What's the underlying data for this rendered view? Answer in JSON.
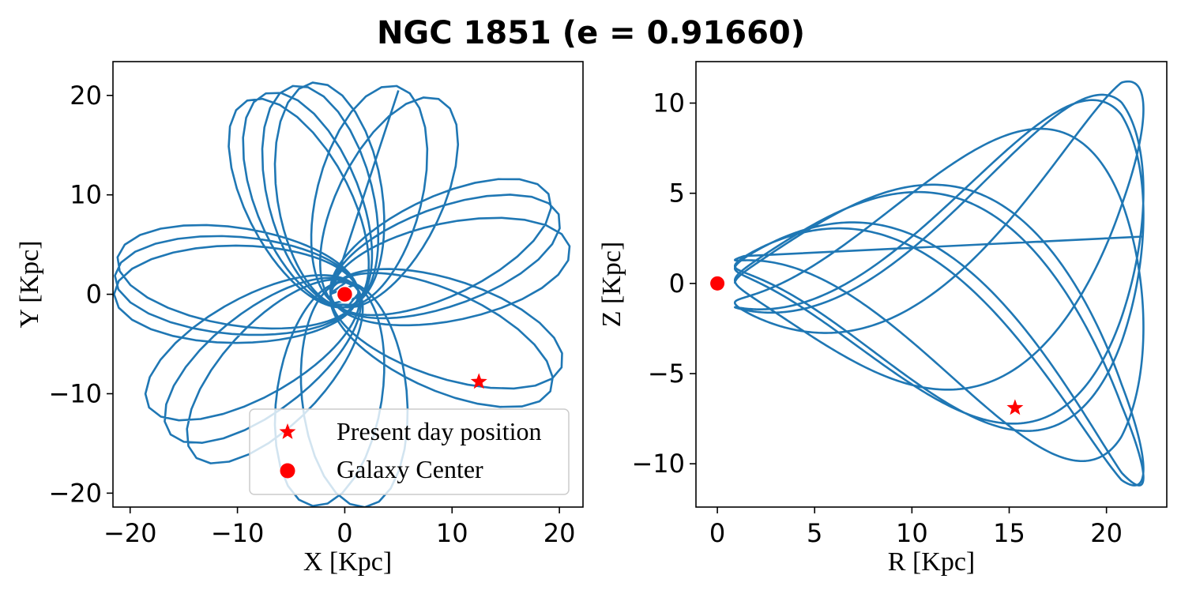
{
  "figure": {
    "title": "NGC 1851 (e = 0.91660)"
  },
  "chart_data": [
    {
      "type": "line",
      "panel": "left",
      "xlabel": "X [Kpc]",
      "ylabel": "Y [Kpc]",
      "xlim": [
        -21.6,
        22.2
      ],
      "ylim": [
        -21.4,
        23.4
      ],
      "xticks": [
        -20,
        -10,
        0,
        10,
        20
      ],
      "xtick_labels": [
        "−20",
        "−10",
        "0",
        "10",
        "20"
      ],
      "yticks": [
        -20,
        -10,
        0,
        10,
        20
      ],
      "ytick_labels": [
        "−20",
        "−10",
        "0",
        "10",
        "20"
      ],
      "grid": false,
      "orbit": {
        "color": "#1f77b4",
        "pericenter_kpc": 1.3,
        "apocenter_kpc": 21.5,
        "apocenter_directions_deg": [
          98,
          103,
          77,
          66,
          110,
          115,
          170,
          175,
          180,
          28,
          22,
          13,
          212,
          221,
          230,
          262,
          275,
          340,
          333
        ],
        "end_point": [
          5.0,
          20.5
        ]
      },
      "markers": [
        {
          "label": "Present day position",
          "shape": "star",
          "color": "#ff0000",
          "x": 12.5,
          "y": -8.8
        },
        {
          "label": "Galaxy Center",
          "shape": "circle",
          "color": "#ff0000",
          "x": 0.0,
          "y": 0.0
        }
      ],
      "legend": {
        "placement": "lower-right",
        "entries": [
          {
            "label": "Present day position",
            "shape": "star",
            "color": "#ff0000"
          },
          {
            "label": "Galaxy Center",
            "shape": "circle",
            "color": "#ff0000"
          }
        ]
      }
    },
    {
      "type": "line",
      "panel": "right",
      "xlabel": "R [Kpc]",
      "ylabel": "Z [Kpc]",
      "xlim": [
        -1.1,
        23.1
      ],
      "ylim": [
        -12.4,
        12.3
      ],
      "xticks": [
        0,
        5,
        10,
        15,
        20
      ],
      "xtick_labels": [
        "0",
        "5",
        "10",
        "15",
        "20"
      ],
      "yticks": [
        -10,
        -5,
        0,
        5,
        10
      ],
      "ytick_labels": [
        "−10",
        "−5",
        "0",
        "5",
        "10"
      ],
      "grid": false,
      "orbit": {
        "color": "#1f77b4",
        "r_min_kpc": 0.9,
        "r_max_kpc": 21.9,
        "z_max_kpc": 11.2,
        "end_point": [
          21.9,
          2.6
        ]
      },
      "markers": [
        {
          "label": "Present day position",
          "shape": "star",
          "color": "#ff0000",
          "x": 15.3,
          "y": -6.9
        },
        {
          "label": "Galaxy Center",
          "shape": "circle",
          "color": "#ff0000",
          "x": 0.0,
          "y": 0.0
        }
      ]
    }
  ]
}
